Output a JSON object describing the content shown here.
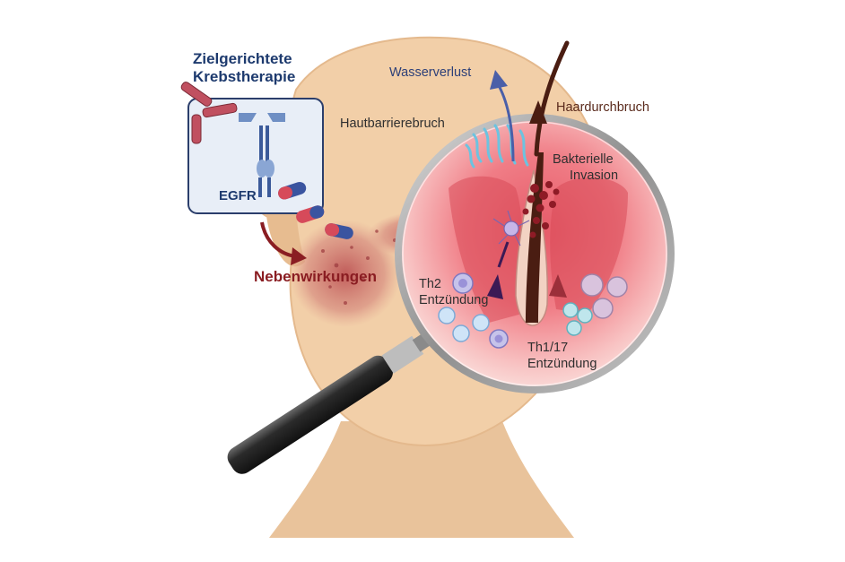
{
  "labels": {
    "therapy_line1": "Zielgerichtete",
    "therapy_line2": "Krebstherapie",
    "egfr": "EGFR",
    "side_effects": "Nebenwirkungen",
    "water_loss": "Wasserverlust",
    "barrier_break": "Hautbarrierebruch",
    "hair_break": "Haardurchbruch",
    "bacterial_line1": "Bakterielle",
    "bacterial_line2": "Invasion",
    "th2_line1": "Th2",
    "th2_line2": "Entzündung",
    "th117_line1": "Th1/17",
    "th117_line2": "Entzündung"
  },
  "colors": {
    "skin": "#f2cfa8",
    "skin_shadow": "#e7bc90",
    "rash": "#b8484c",
    "title_blue": "#1d3a6e",
    "side_effect_red": "#8a1d22",
    "lens_inflammation": "#e8596a",
    "hair": "#4a1d12",
    "water_arrow": "#4a5fa8",
    "th2_arrow": "#3b1a55",
    "th117_arrow": "#9b2f3a",
    "magnifier_handle": "#2b2b2b"
  }
}
